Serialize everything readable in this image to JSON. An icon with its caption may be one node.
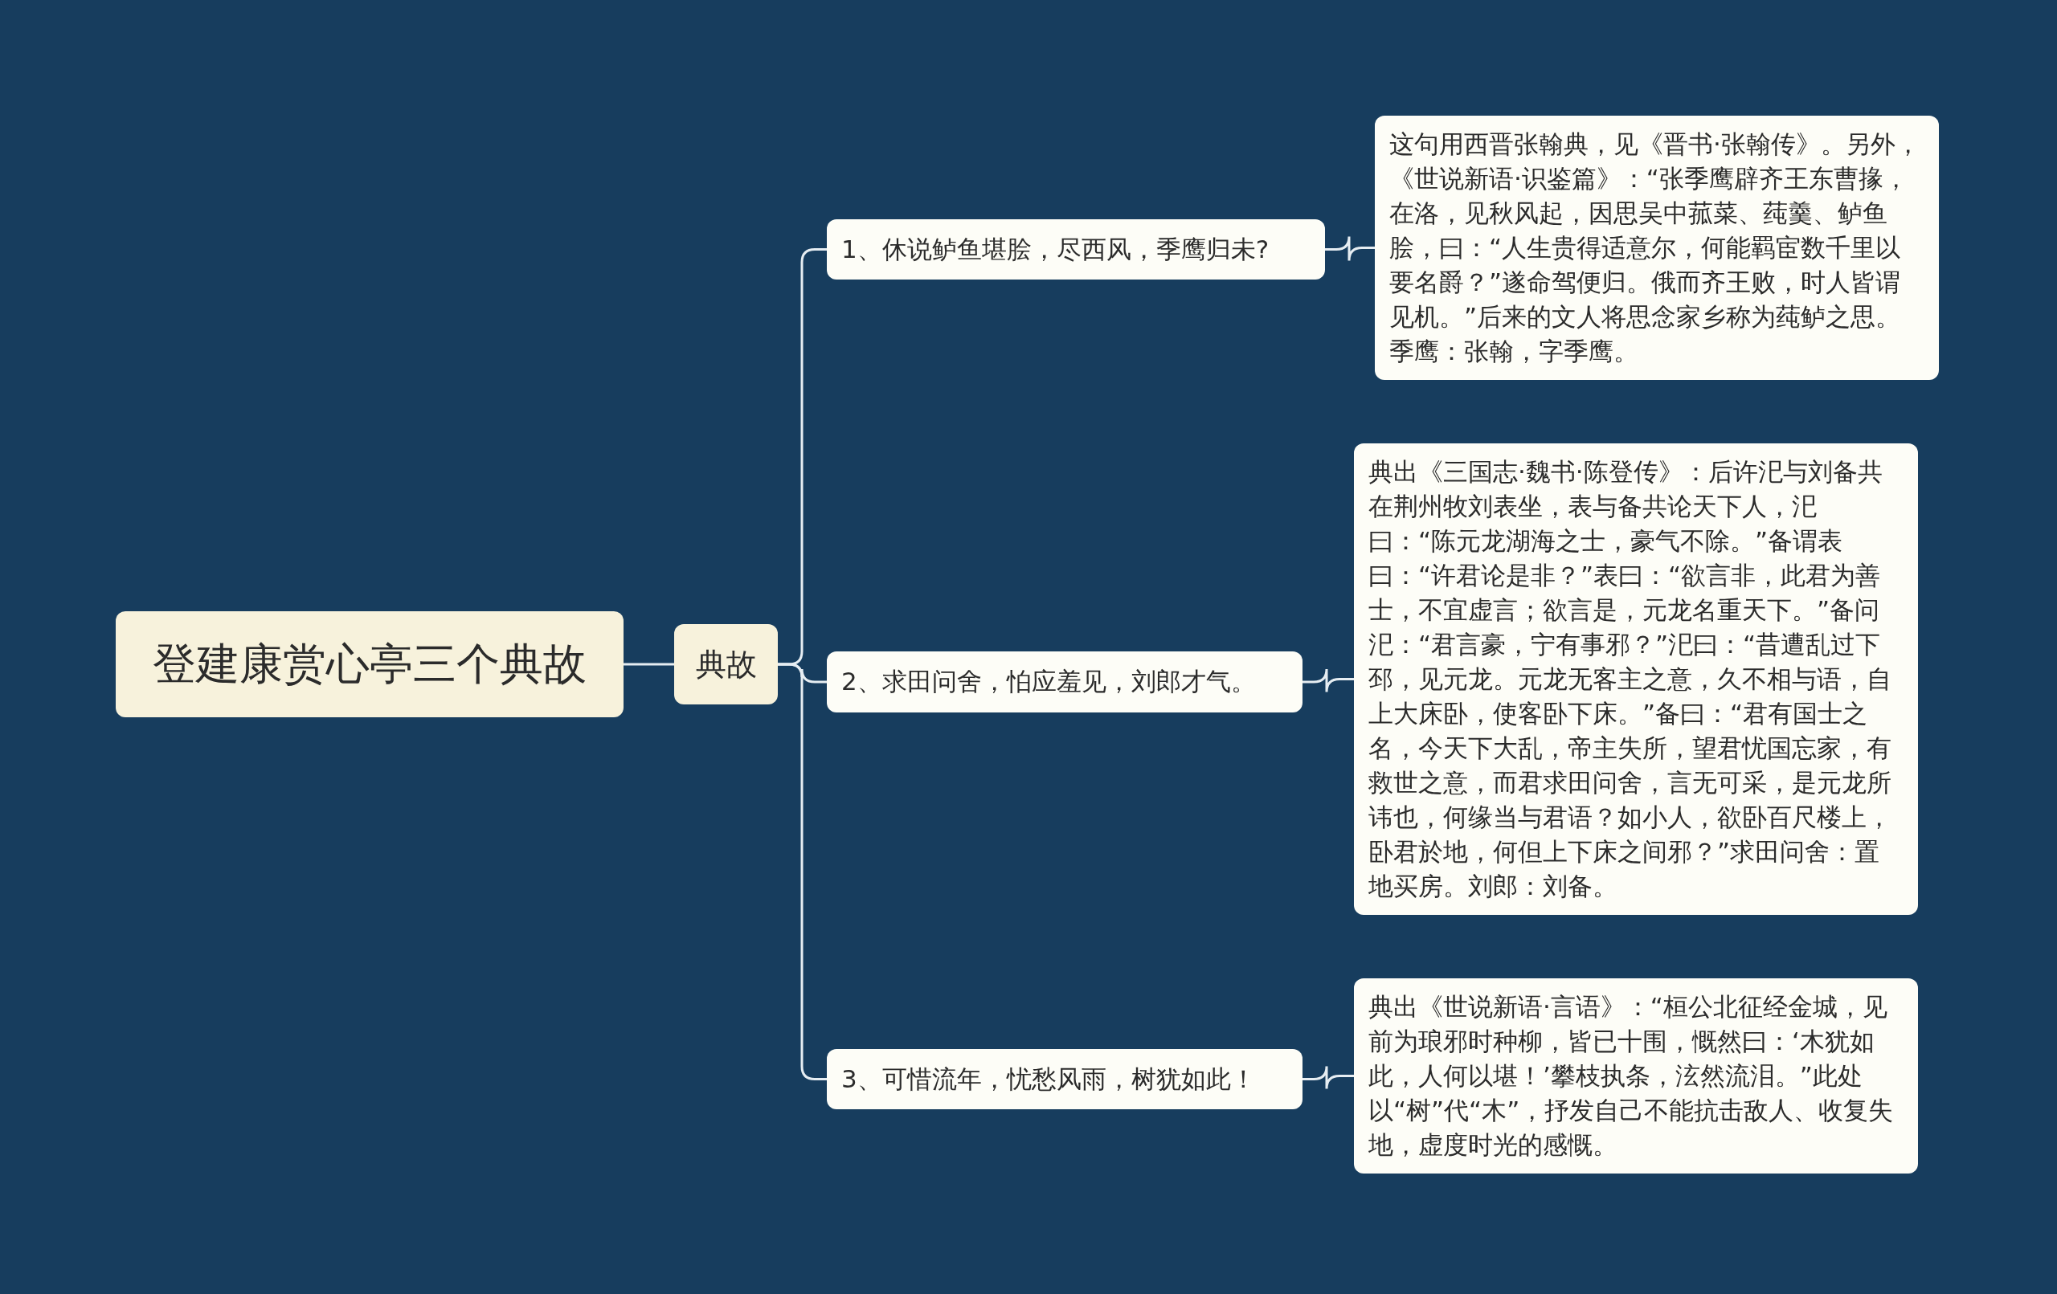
{
  "diagram": {
    "nodes": [
      {
        "text": [
          "登建康赏心亭三个典故"
        ]
      },
      {
        "text": [
          "典故"
        ]
      },
      {
        "text": [
          "1、休说鲈鱼堪脍，尽西风，季鹰归未?"
        ]
      },
      {
        "text": [
          "2、求田问舍，怕应羞见，刘郎才气。"
        ]
      },
      {
        "text": [
          "3、可惜流年，忧愁风雨，树犹如此！"
        ]
      },
      {
        "text": [
          "这句用西晋张翰典，见《晋书·张翰传》。另外，《世说新语·识鉴篇》：“张季鹰辟齐王东曹掾，在洛，见秋风起，因思吴中菰菜、莼羹、鲈鱼脍，曰：“人生贵得适意尔，何能羁宦数千里以要名爵？”遂命驾便归。俄而齐王败，时人皆谓见机。”后来的文人将思念家乡称为莼鲈之思。季鹰：张翰，字季鹰。"
        ]
      },
      {
        "text": [
          "典出《三国志·魏书·陈登传》：后许汜与刘备共在荆州牧刘表坐，表与备共论天下人，汜曰：“陈元龙湖海之士，豪气不除。”备谓表曰：“许君论是非？”表曰：“欲言非，此君为善士，不宜虚言；欲言是，元龙名重天下。”备问汜：“君言豪，宁有事邪？”汜曰：“昔遭乱过下邳，见元龙。元龙无客主之意，久不相与语，自上大床卧，使客卧下床。”备曰：“君有国士之名，今天下大乱，帝主失所，望君忧国忘家，有救世之意，而君求田问舍，言无可采，是元龙所讳也，何缘当与君语？如小人，欲卧百尺楼上，卧君於地，何但上下床之间邪？”求田问舍：置地买房。刘郎：刘备。"
        ]
      },
      {
        "text": [
          "典出《世说新语·言语》：“桓公北征经金城，见前为琅邪时种柳，皆已十围，慨然曰：‘木犹如此，人何以堪！’攀枝执条，泫然流泪。”此处以“树”代“木”，抒发自己不能抗击敌人、收复失地，虚度时光的感慨。"
        ]
      }
    ],
    "edges": [
      {
        "from": 0,
        "to": 1,
        "arrow": "none"
      },
      {
        "from": 1,
        "to": 2,
        "arrow": "none"
      },
      {
        "from": 1,
        "to": 3,
        "arrow": "none"
      },
      {
        "from": 1,
        "to": 4,
        "arrow": "none"
      },
      {
        "from": 2,
        "to": 5,
        "arrow": "none"
      },
      {
        "from": 3,
        "to": 6,
        "arrow": "none"
      },
      {
        "from": 4,
        "to": 7,
        "arrow": "none"
      }
    ]
  }
}
